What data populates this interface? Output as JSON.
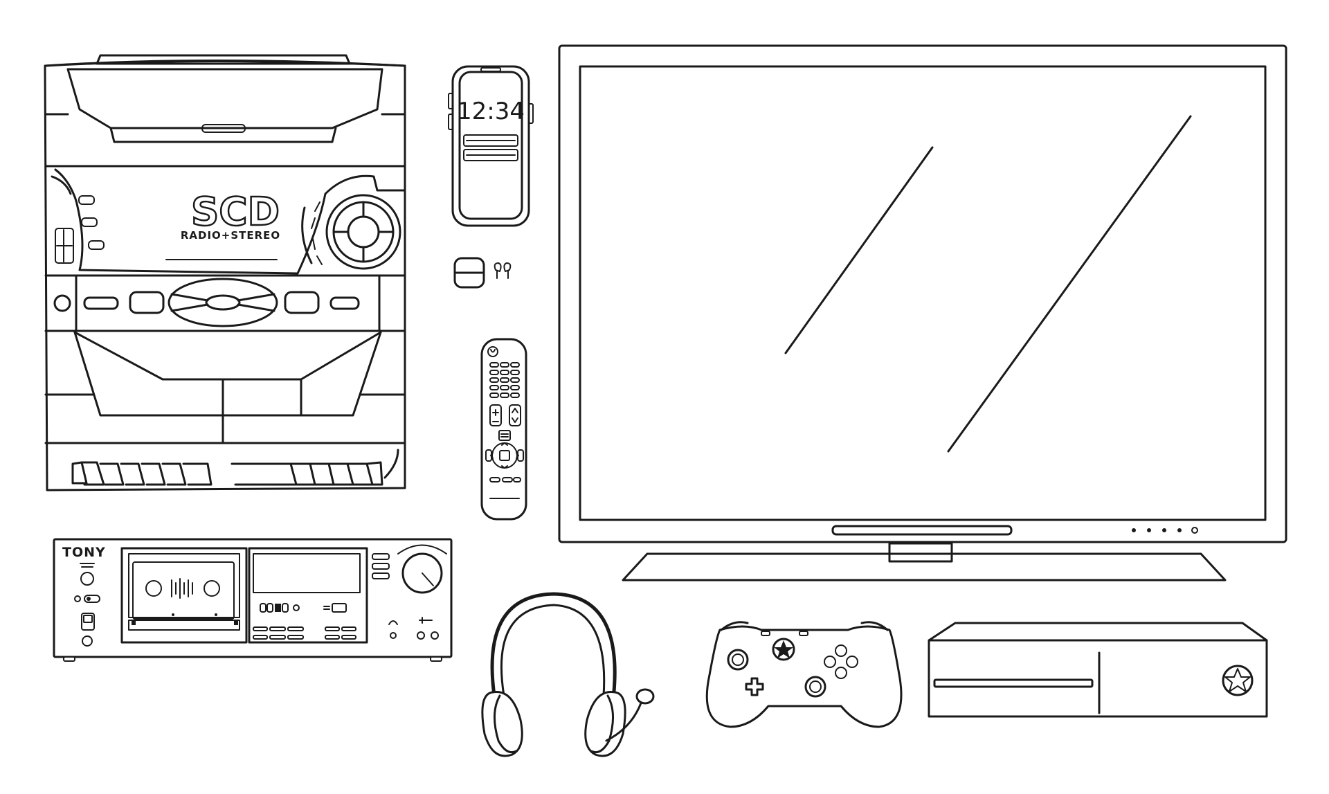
{
  "stereo": {
    "brand": "SCD",
    "subtitle": "RADIO+STEREO"
  },
  "phone": {
    "clock": "12:34"
  },
  "deck": {
    "brand": "TONY"
  },
  "colors": {
    "line": "#1a1a1a",
    "background": "#ffffff"
  }
}
